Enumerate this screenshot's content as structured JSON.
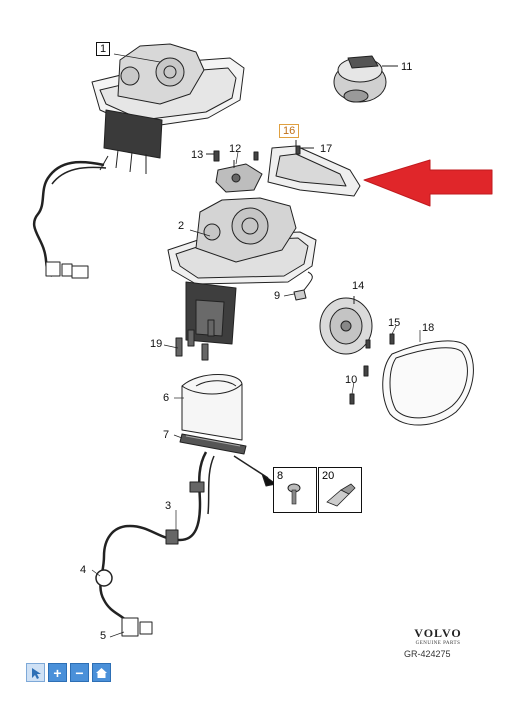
{
  "callouts": {
    "c1": "1",
    "c2": "2",
    "c3": "3",
    "c4": "4",
    "c5": "5",
    "c6": "6",
    "c7": "7",
    "c8": "8",
    "c9": "9",
    "c10": "10",
    "c11": "11",
    "c12": "12",
    "c13": "13",
    "c14": "14",
    "c15": "15",
    "c16": "16",
    "c17": "17",
    "c18": "18",
    "c19": "19",
    "c20": "20"
  },
  "brand": {
    "name": "VOLVO",
    "subtitle": "GENUINE PARTS"
  },
  "reference": "GR-424275",
  "toolbar": {
    "select_icon": "cursor-arrow",
    "zoom_in_icon": "plus",
    "zoom_out_icon": "minus",
    "home_icon": "house"
  },
  "colors": {
    "arrow": "#e0262a",
    "highlight_box": "#e0a040",
    "toolbar": "#4a90d9"
  }
}
